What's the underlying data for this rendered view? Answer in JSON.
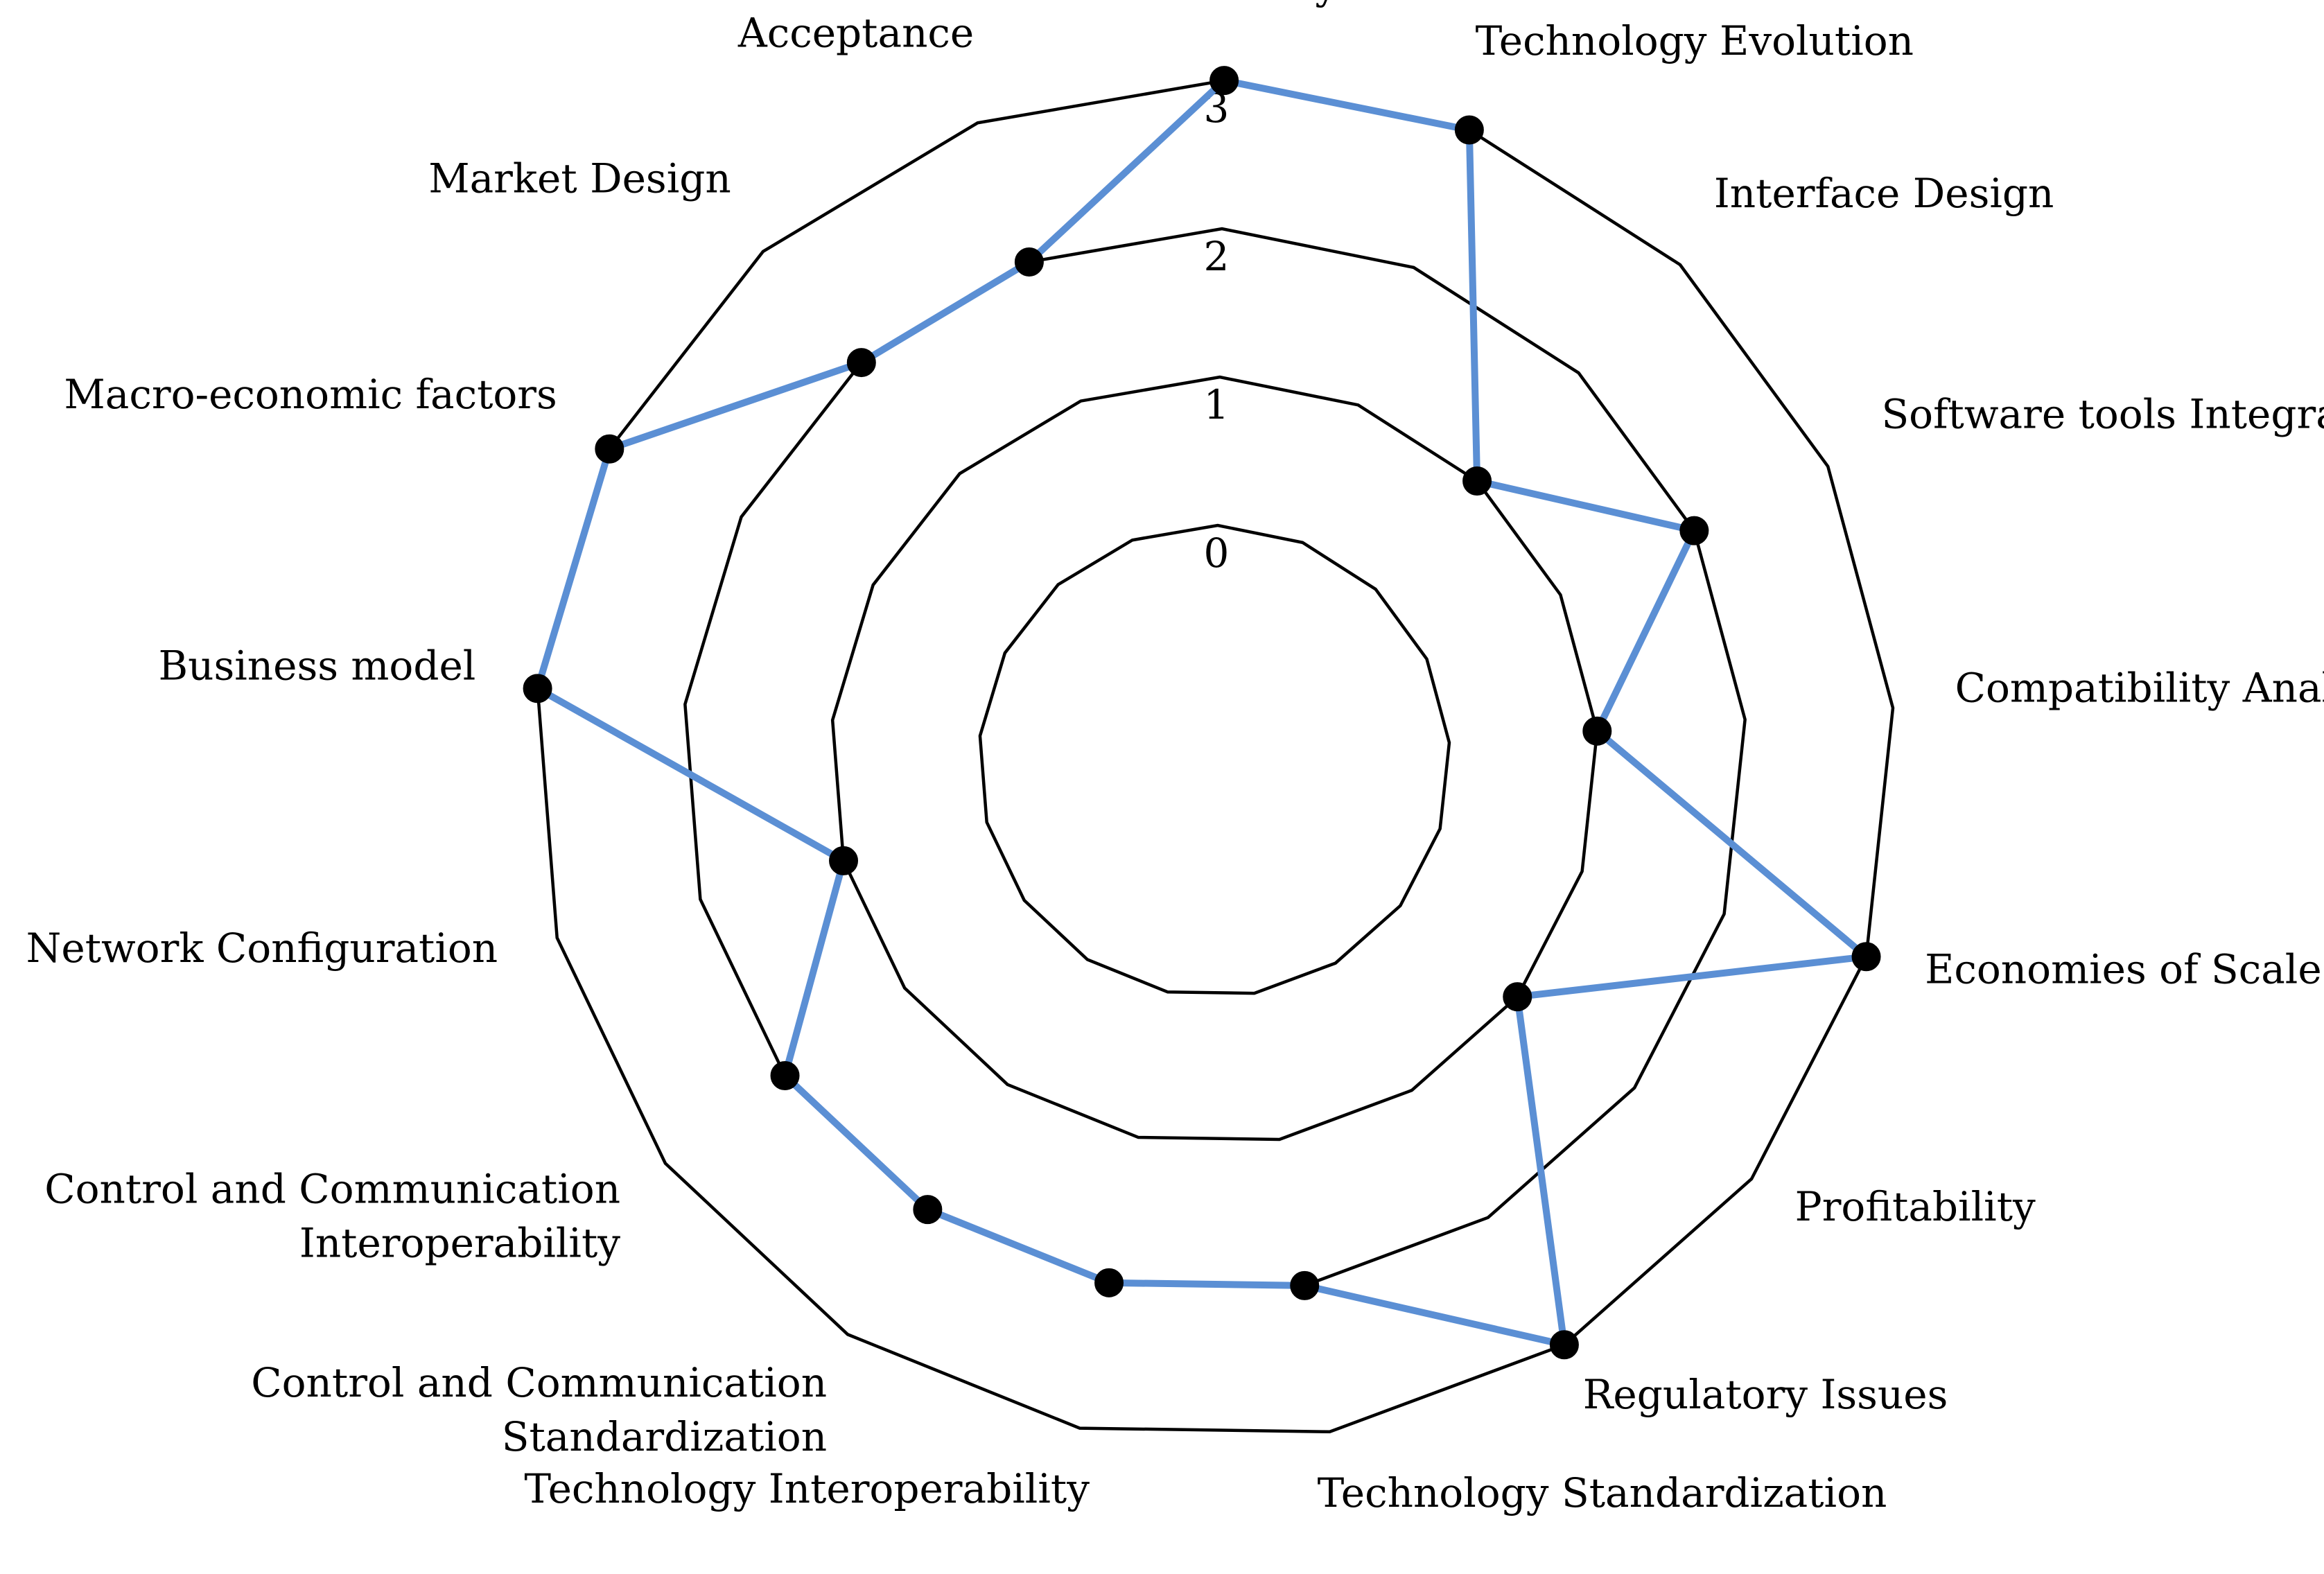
{
  "chart_data": {
    "type": "radar",
    "categories": [
      "Technology Evolution",
      "Interface Design",
      "Software tools Integration",
      "Compatibility Analysis",
      "Economies of Scale",
      "Profitability",
      "Regulatory Issues",
      "Technology Standardization",
      "Technology Interoperability",
      "Control and Communication Standardization",
      "Control and Communication Interoperability",
      "Network Configuration",
      "Business model",
      "Macro-economic factors",
      "Market Design",
      "Acceptance",
      "Modularity"
    ],
    "category_label_lines": [
      [
        "Technology Evolution"
      ],
      [
        "Interface Design"
      ],
      [
        "Software tools Integration"
      ],
      [
        "Compatibility Analysis"
      ],
      [
        "Economies of Scale"
      ],
      [
        "Profitability"
      ],
      [
        "Regulatory Issues"
      ],
      [
        "Technology Standardization"
      ],
      [
        "Technology Interoperability"
      ],
      [
        "Control and Communication",
        "Standardization"
      ],
      [
        "Control and Communication",
        "Interoperability"
      ],
      [
        "Network Configuration"
      ],
      [
        "Business model"
      ],
      [
        "Macro-economic factors"
      ],
      [
        "Market Design"
      ],
      [
        "Acceptance"
      ],
      [
        "Modularity"
      ]
    ],
    "series": [
      {
        "values": [
          3,
          1,
          2,
          1,
          3,
          1,
          3,
          2,
          2,
          2,
          2,
          1,
          3,
          3,
          2,
          2,
          3
        ],
        "color": "#5b8fd4"
      }
    ],
    "radial_ticks": [
      "0",
      "1",
      "2",
      "3"
    ],
    "rlim": [
      0,
      3
    ],
    "grid": true,
    "legend": "none",
    "colors": {
      "series": "#5b8fd4",
      "grid": "#000000",
      "marker": "#000000"
    }
  }
}
